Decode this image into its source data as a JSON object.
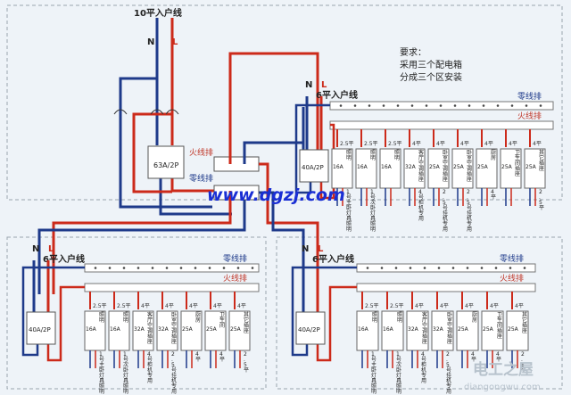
{
  "main_feed": "10平入户线",
  "neutral": "N",
  "live": "L",
  "main_breaker": "63A/2P",
  "live_bus": "火线排",
  "neutral_bus": "零线排",
  "watermark": "www.dgzj.com",
  "requirements": [
    "要求：",
    "采用三个配电箱",
    "分成三个区安装"
  ],
  "sub_feed": "6平入户线",
  "sub_breaker": "40A/2P",
  "panel_right": {
    "wire_sizes": [
      "2.5平",
      "2.5平",
      "2.5平",
      "4平",
      "4平",
      "4平",
      "4平",
      "4平",
      "4平"
    ],
    "ratings": [
      "16A",
      "16A",
      "16A",
      "32A",
      "25A",
      "25A",
      "25A",
      "25A",
      "25A"
    ],
    "circuits": [
      "照明",
      "照明",
      "照明",
      "客厅空调插座",
      "卧室空调插座",
      "卧室空调插座",
      "厨房",
      "卫生间插座",
      "其它插座"
    ],
    "uses": [
      "1号主卧灯具照明",
      "1号次卧灯具照明",
      "",
      "4号柜机专用",
      "2.5号挂机专用",
      "2.5号挂机专用",
      "4平",
      "",
      "2.5平"
    ]
  },
  "panel_bottom_left": {
    "wire_sizes": [
      "2.5平",
      "2.5平",
      "4平",
      "4平",
      "4平",
      "4平",
      "4平"
    ],
    "ratings": [
      "16A",
      "16A",
      "32A",
      "32A",
      "25A",
      "25A",
      "25A"
    ],
    "circuits": [
      "照明",
      "照明",
      "客厅空调插座",
      "卧室空调插座",
      "厨房",
      "卫生间",
      "其它插座"
    ],
    "uses": [
      "1号主卧灯具照明",
      "1号次卧灯具照明",
      "4号柜机专用",
      "2.5号挂机专用",
      "4平",
      "4平",
      "2.5平"
    ]
  },
  "panel_bottom_right": {
    "wire_sizes": [
      "2.5平",
      "2.5平",
      "4平",
      "4平",
      "4平",
      "4平",
      "4平"
    ],
    "ratings": [
      "16A",
      "16A",
      "32A",
      "32A",
      "25A",
      "25A",
      "25A"
    ],
    "circuits": [
      "照明",
      "照明",
      "客厅空调插座",
      "卧室空调插座",
      "厨房",
      "卫生间插座",
      "其它插座"
    ],
    "uses": [
      "1号主卧灯具照明",
      "1号次卧灯具照明",
      "4号柜机专用",
      "2.5号挂机专用",
      "4平",
      "4平",
      "2.5平"
    ]
  },
  "logo_text": "电工之屋",
  "logo_url": "diangongwu.com",
  "colors": {
    "live": "#cc2a1a",
    "neutral": "#1e3a8a",
    "watermark": "#1a2fd4",
    "label_red": "#c0392b",
    "label_blue": "#1e3a8a",
    "gray": "#888888"
  }
}
